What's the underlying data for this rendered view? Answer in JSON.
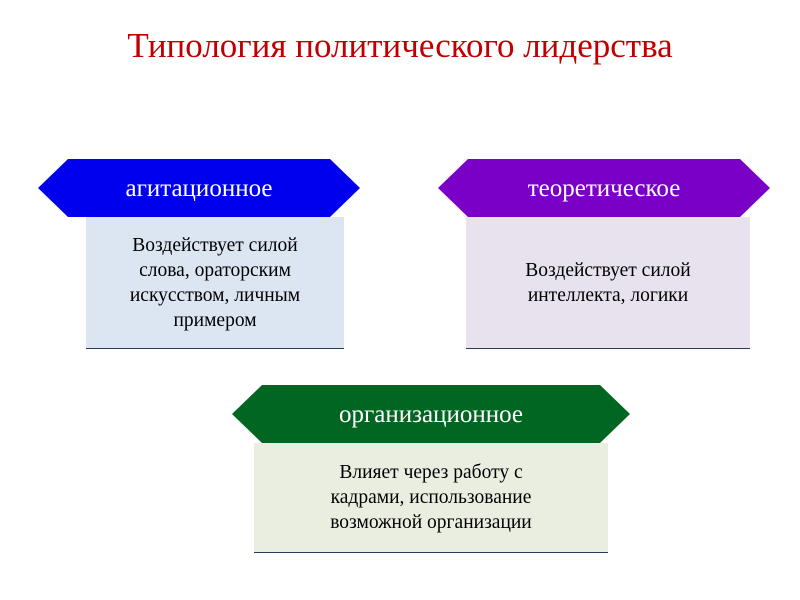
{
  "slide": {
    "title": "Типология политического лидерства",
    "background": "#ffffff",
    "title_color": "#c00000"
  },
  "nodes": [
    {
      "id": "agitational",
      "header": "агитационное",
      "header_fill": "#0000ee",
      "header_text_color": "#ffffff",
      "body": "Воздействует силой\nслова, ораторским\nискусством, личным\nпримером",
      "body_fill": "#dce6f2",
      "body_border": "#2a3a5a"
    },
    {
      "id": "theoretical",
      "header": "теоретическое",
      "header_fill": "#7a00c8",
      "header_text_color": "#ffffff",
      "body": "Воздействует силой\nинтеллекта, логики",
      "body_fill": "#e8e1ee",
      "body_border": "#2a3a5a"
    },
    {
      "id": "organizational",
      "header": "организационное",
      "header_fill": "#006622",
      "header_text_color": "#ffffff",
      "body": "Влияет через работу с\nкадрами, использование\nвозможной организации",
      "body_fill": "#eaeee0",
      "body_border": "#2a3a5a"
    }
  ]
}
